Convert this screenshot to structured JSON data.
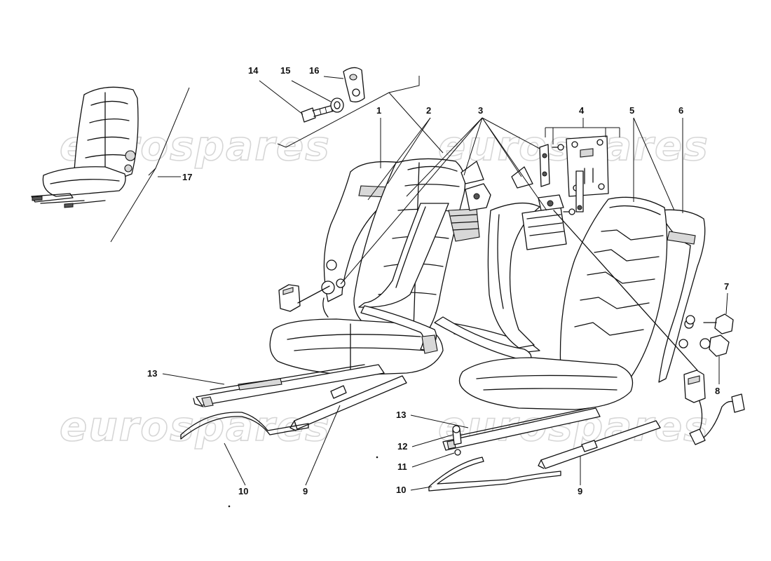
{
  "watermark": "eurospares",
  "callouts": {
    "c1": "1",
    "c2": "2",
    "c3": "3",
    "c4": "4",
    "c5": "5",
    "c6": "6",
    "c7": "7",
    "c8": "8",
    "c9a": "9",
    "c9b": "9",
    "c10a": "10",
    "c10b": "10",
    "c11": "11",
    "c12": "12",
    "c13a": "13",
    "c13b": "13",
    "c14": "14",
    "c15": "15",
    "c16": "16",
    "c17": "17"
  }
}
